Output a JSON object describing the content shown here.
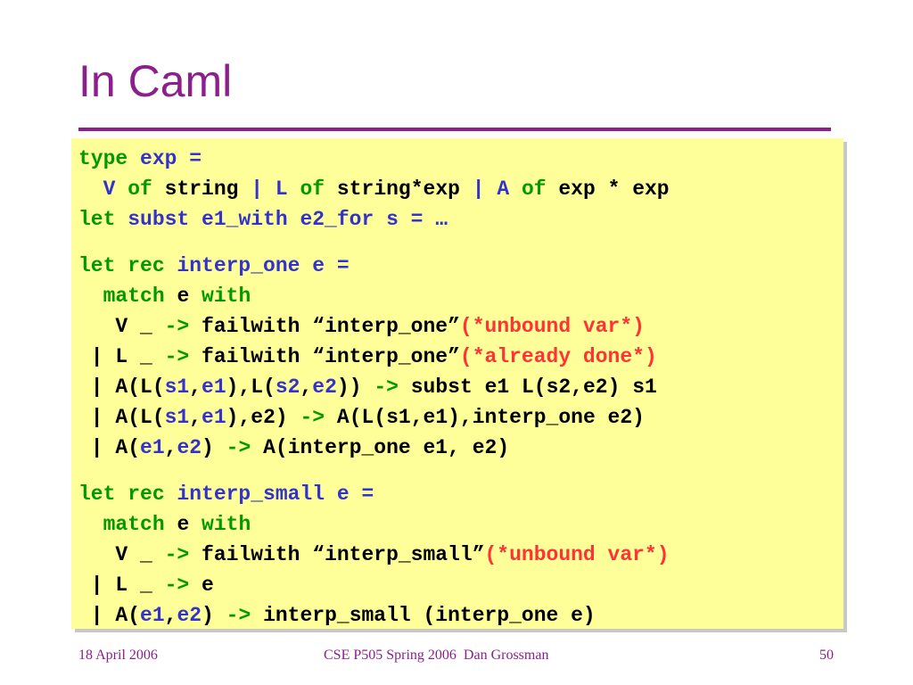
{
  "slide": {
    "title": "In Caml",
    "colors": {
      "title": "#8b1f8b",
      "keyword": "#009900",
      "identifier": "#3333cc",
      "comment": "#ff3333",
      "code_bg": "#ffff99"
    }
  },
  "code": {
    "lines": [
      [
        [
          "kw",
          "type "
        ],
        [
          "id",
          "exp ="
        ]
      ],
      [
        [
          "n",
          "  "
        ],
        [
          "id",
          "V "
        ],
        [
          "kw",
          "of "
        ],
        [
          "n",
          "string "
        ],
        [
          "id",
          "| L "
        ],
        [
          "kw",
          "of "
        ],
        [
          "n",
          "string*exp "
        ],
        [
          "id",
          "| A "
        ],
        [
          "kw",
          "of "
        ],
        [
          "n",
          "exp * exp"
        ]
      ],
      [
        [
          "kw",
          "let "
        ],
        [
          "id",
          "subst e1_with e2_for s = …"
        ]
      ],
      "gap",
      [
        [
          "kw",
          "let rec "
        ],
        [
          "id",
          "interp_one e ="
        ]
      ],
      [
        [
          "n",
          "  "
        ],
        [
          "kw",
          "match "
        ],
        [
          "n",
          "e "
        ],
        [
          "kw",
          "with"
        ]
      ],
      [
        [
          "n",
          "   V _ "
        ],
        [
          "kw",
          "-> "
        ],
        [
          "n",
          "failwith “interp_one”"
        ],
        [
          "cm",
          "(*unbound var*)"
        ]
      ],
      [
        [
          "n",
          " | L _ "
        ],
        [
          "kw",
          "-> "
        ],
        [
          "n",
          "failwith “interp_one”"
        ],
        [
          "cm",
          "(*already done*)"
        ]
      ],
      [
        [
          "n",
          " | A(L("
        ],
        [
          "id",
          "s1"
        ],
        [
          "n",
          ","
        ],
        [
          "id",
          "e1"
        ],
        [
          "n",
          "),L("
        ],
        [
          "id",
          "s2"
        ],
        [
          "n",
          ","
        ],
        [
          "id",
          "e2"
        ],
        [
          "n",
          ")) "
        ],
        [
          "kw",
          "-> "
        ],
        [
          "n",
          "subst e1 L(s2,e2) s1"
        ]
      ],
      [
        [
          "n",
          " | A(L("
        ],
        [
          "id",
          "s1"
        ],
        [
          "n",
          ","
        ],
        [
          "id",
          "e1"
        ],
        [
          "n",
          "),e2) "
        ],
        [
          "kw",
          "-> "
        ],
        [
          "n",
          "A(L(s1,e1),interp_one e2)"
        ]
      ],
      [
        [
          "n",
          " | A("
        ],
        [
          "id",
          "e1"
        ],
        [
          "n",
          ","
        ],
        [
          "id",
          "e2"
        ],
        [
          "n",
          ") "
        ],
        [
          "kw",
          "-> "
        ],
        [
          "n",
          "A(interp_one e1, e2)"
        ]
      ],
      "gap",
      [
        [
          "kw",
          "let rec "
        ],
        [
          "id",
          "interp_small e ="
        ]
      ],
      [
        [
          "n",
          "  "
        ],
        [
          "kw",
          "match "
        ],
        [
          "n",
          "e "
        ],
        [
          "kw",
          "with"
        ]
      ],
      [
        [
          "n",
          "   V _ "
        ],
        [
          "kw",
          "-> "
        ],
        [
          "n",
          "failwith “interp_small”"
        ],
        [
          "cm",
          "(*unbound var*)"
        ]
      ],
      [
        [
          "n",
          " | L _ "
        ],
        [
          "kw",
          "-> "
        ],
        [
          "n",
          "e"
        ]
      ],
      [
        [
          "n",
          " | A("
        ],
        [
          "id",
          "e1"
        ],
        [
          "n",
          ","
        ],
        [
          "id",
          "e2"
        ],
        [
          "n",
          ") "
        ],
        [
          "kw",
          "-> "
        ],
        [
          "n",
          "interp_small (interp_one e)"
        ]
      ]
    ]
  },
  "footer": {
    "date": "18 April 2006",
    "course": "CSE P505 Spring 2006  Dan Grossman",
    "page": "50"
  }
}
